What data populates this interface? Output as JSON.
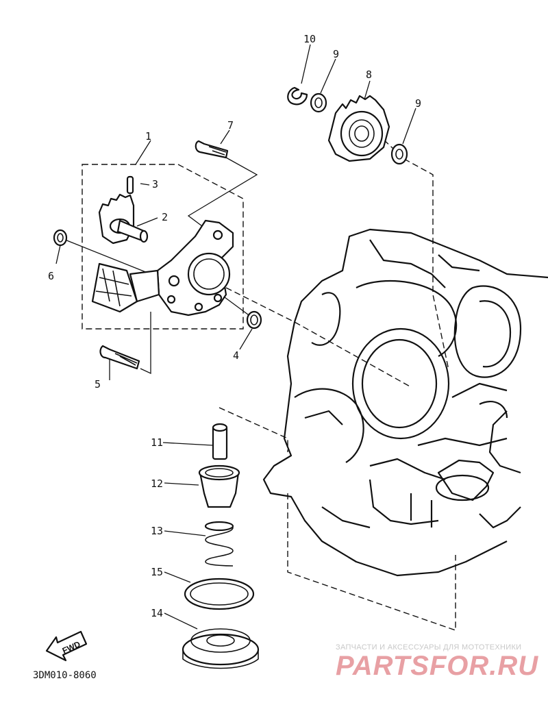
{
  "callouts": {
    "p1": "1",
    "p2": "2",
    "p3": "3",
    "p4": "4",
    "p5": "5",
    "p6": "6",
    "p7": "7",
    "p8": "8",
    "p9a": "9",
    "p9b": "9",
    "p10": "10",
    "p11": "11",
    "p12": "12",
    "p13": "13",
    "p14": "14",
    "p15": "15"
  },
  "fwd_label": "FWD",
  "drawing_code": "3DM010-8060",
  "watermark": {
    "tagline": "ЗАПЧАСТИ И АКСЕССУАРЫ ДЛЯ МОТОТЕХНИКИ",
    "brand": "PARTSFOR.RU",
    "color": "#e8a0a4"
  }
}
